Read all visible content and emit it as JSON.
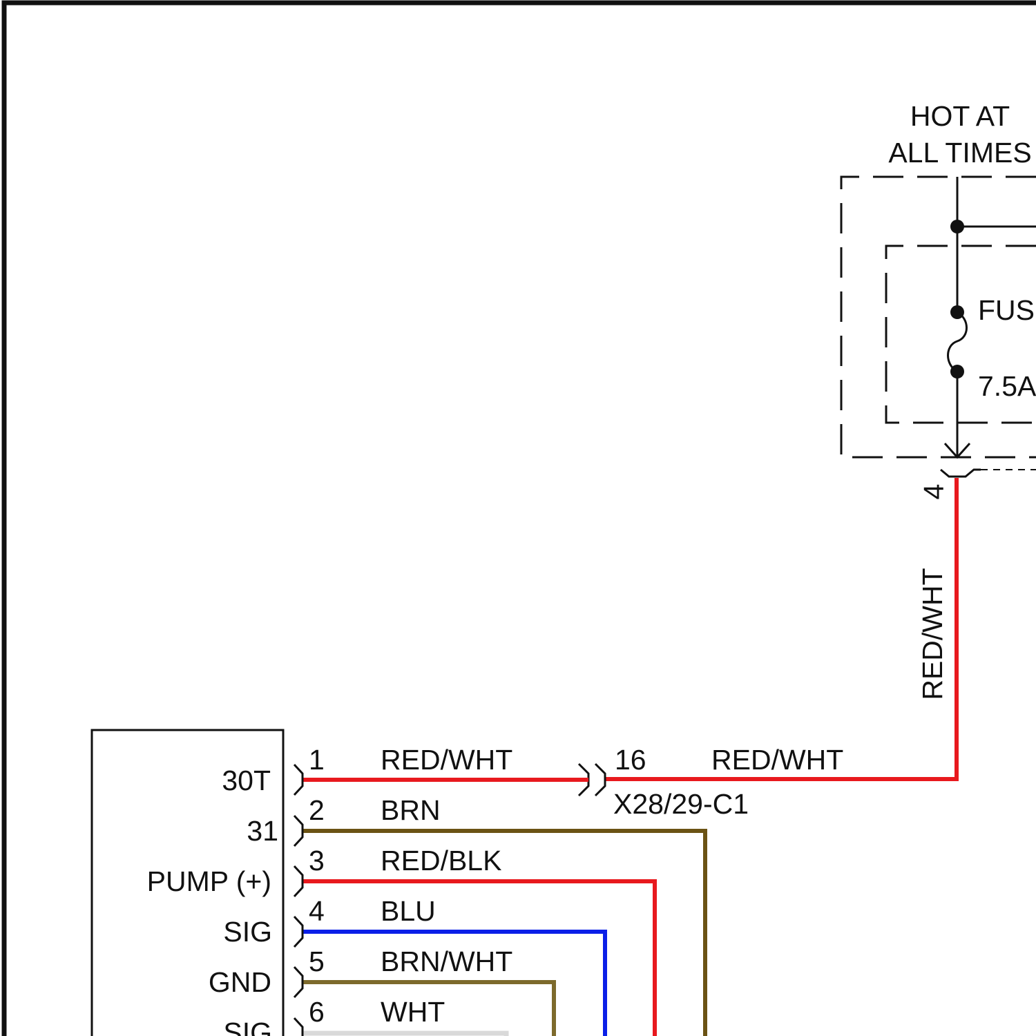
{
  "power_source": {
    "line1": "HOT AT",
    "line2": "ALL TIMES"
  },
  "fuse": {
    "name": "FUS",
    "rating": "7.5A"
  },
  "fuse_box_output": {
    "pin": "4",
    "wire_color": "RED/WHT"
  },
  "inline_connector": {
    "pin": "16",
    "wire_color": "RED/WHT",
    "name": "X28/29-C1"
  },
  "module_terminals": [
    {
      "label": "30T",
      "pin": "1",
      "wire_color": "RED/WHT"
    },
    {
      "label": "31",
      "pin": "2",
      "wire_color": "BRN"
    },
    {
      "label": "PUMP (+)",
      "pin": "3",
      "wire_color": "RED/BLK"
    },
    {
      "label": "SIG",
      "pin": "4",
      "wire_color": "BLU"
    },
    {
      "label": "GND",
      "pin": "5",
      "wire_color": "BRN/WHT"
    },
    {
      "label": "SIG",
      "pin": "6",
      "wire_color": "WHT"
    }
  ],
  "colors": {
    "RED": "#e8191e",
    "BRN": "#6b5314",
    "BLU": "#0a1fe8",
    "BRN_WHT": "#7d6a2c",
    "WHT": "#d9d9d9",
    "outline": "#111111"
  }
}
